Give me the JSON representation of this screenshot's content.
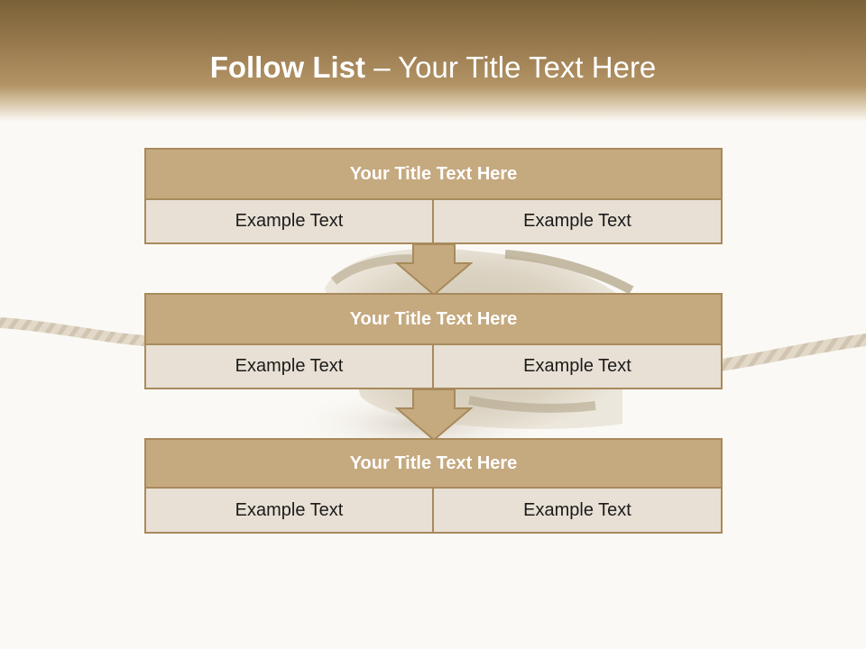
{
  "title": {
    "bold": "Follow List",
    "rest": " – Your Title Text Here"
  },
  "colors": {
    "header_dark": "#7a6137",
    "box_title_fill": "#c5a97f",
    "box_cell_fill": "#e8e0d4",
    "border": "#a88a5c",
    "background": "#fbf9f5"
  },
  "steps": [
    {
      "title": "Your Title Text Here",
      "left": "Example Text",
      "right": "Example Text"
    },
    {
      "title": "Your Title Text Here",
      "left": "Example Text",
      "right": "Example Text"
    },
    {
      "title": "Your Title Text Here",
      "left": "Example Text",
      "right": "Example Text"
    }
  ],
  "connectors": [
    "down-arrow",
    "down-arrow"
  ]
}
